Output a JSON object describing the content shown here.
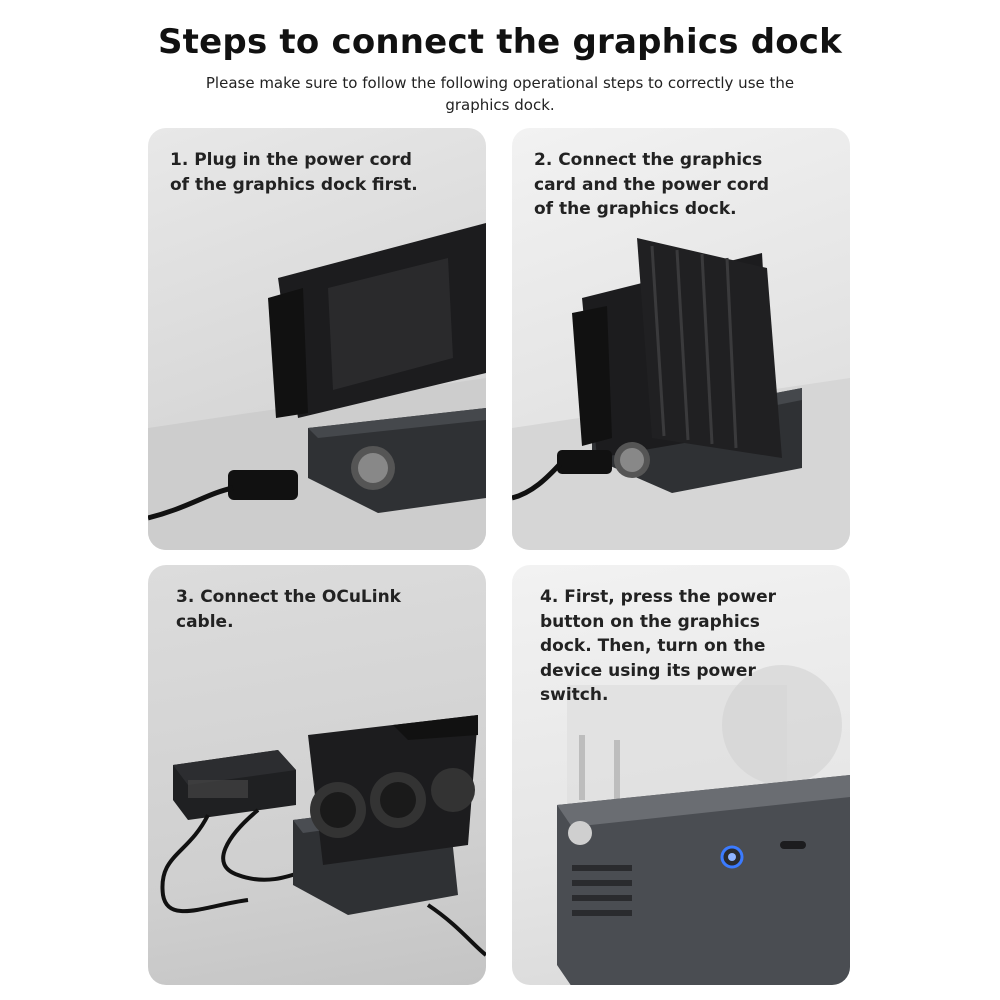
{
  "header": {
    "title": "Steps to connect the graphics dock",
    "subtitle": "Please make sure to follow the following operational steps to correctly use the graphics dock."
  },
  "steps": [
    {
      "text": "1. Plug in the power cord\nof the graphics dock first."
    },
    {
      "text": "2. Connect the graphics\ncard and the power cord\nof the graphics dock."
    },
    {
      "text": "3. Connect the OCuLink\ncable."
    },
    {
      "text": "4. First, press the power\nbutton on the graphics\ndock. Then, turn on the\ndevice using its power\nswitch."
    }
  ],
  "colors": {
    "dock_body": "#2f3134",
    "gpu_frame": "#1c1c1e",
    "power_led": "#3b7bff"
  }
}
